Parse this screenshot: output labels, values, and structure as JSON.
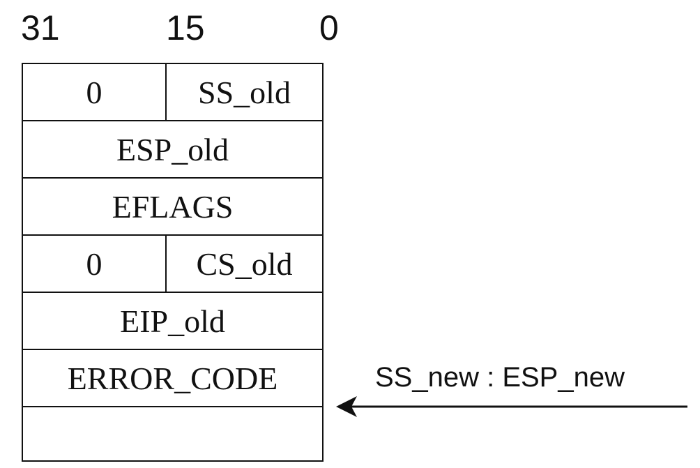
{
  "bit_labels": {
    "high": "31",
    "mid": "15",
    "low": "0"
  },
  "stack_rows": [
    {
      "kind": "split",
      "upper": "0",
      "lower": "SS_old"
    },
    {
      "kind": "full",
      "label": "ESP_old"
    },
    {
      "kind": "full",
      "label": "EFLAGS"
    },
    {
      "kind": "split",
      "upper": "0",
      "lower": "CS_old"
    },
    {
      "kind": "full",
      "label": "EIP_old"
    },
    {
      "kind": "full",
      "label": "ERROR_CODE"
    },
    {
      "kind": "full",
      "label": ""
    }
  ],
  "pointer": {
    "label": "SS_new : ESP_new",
    "icon": "left-arrow-icon"
  }
}
